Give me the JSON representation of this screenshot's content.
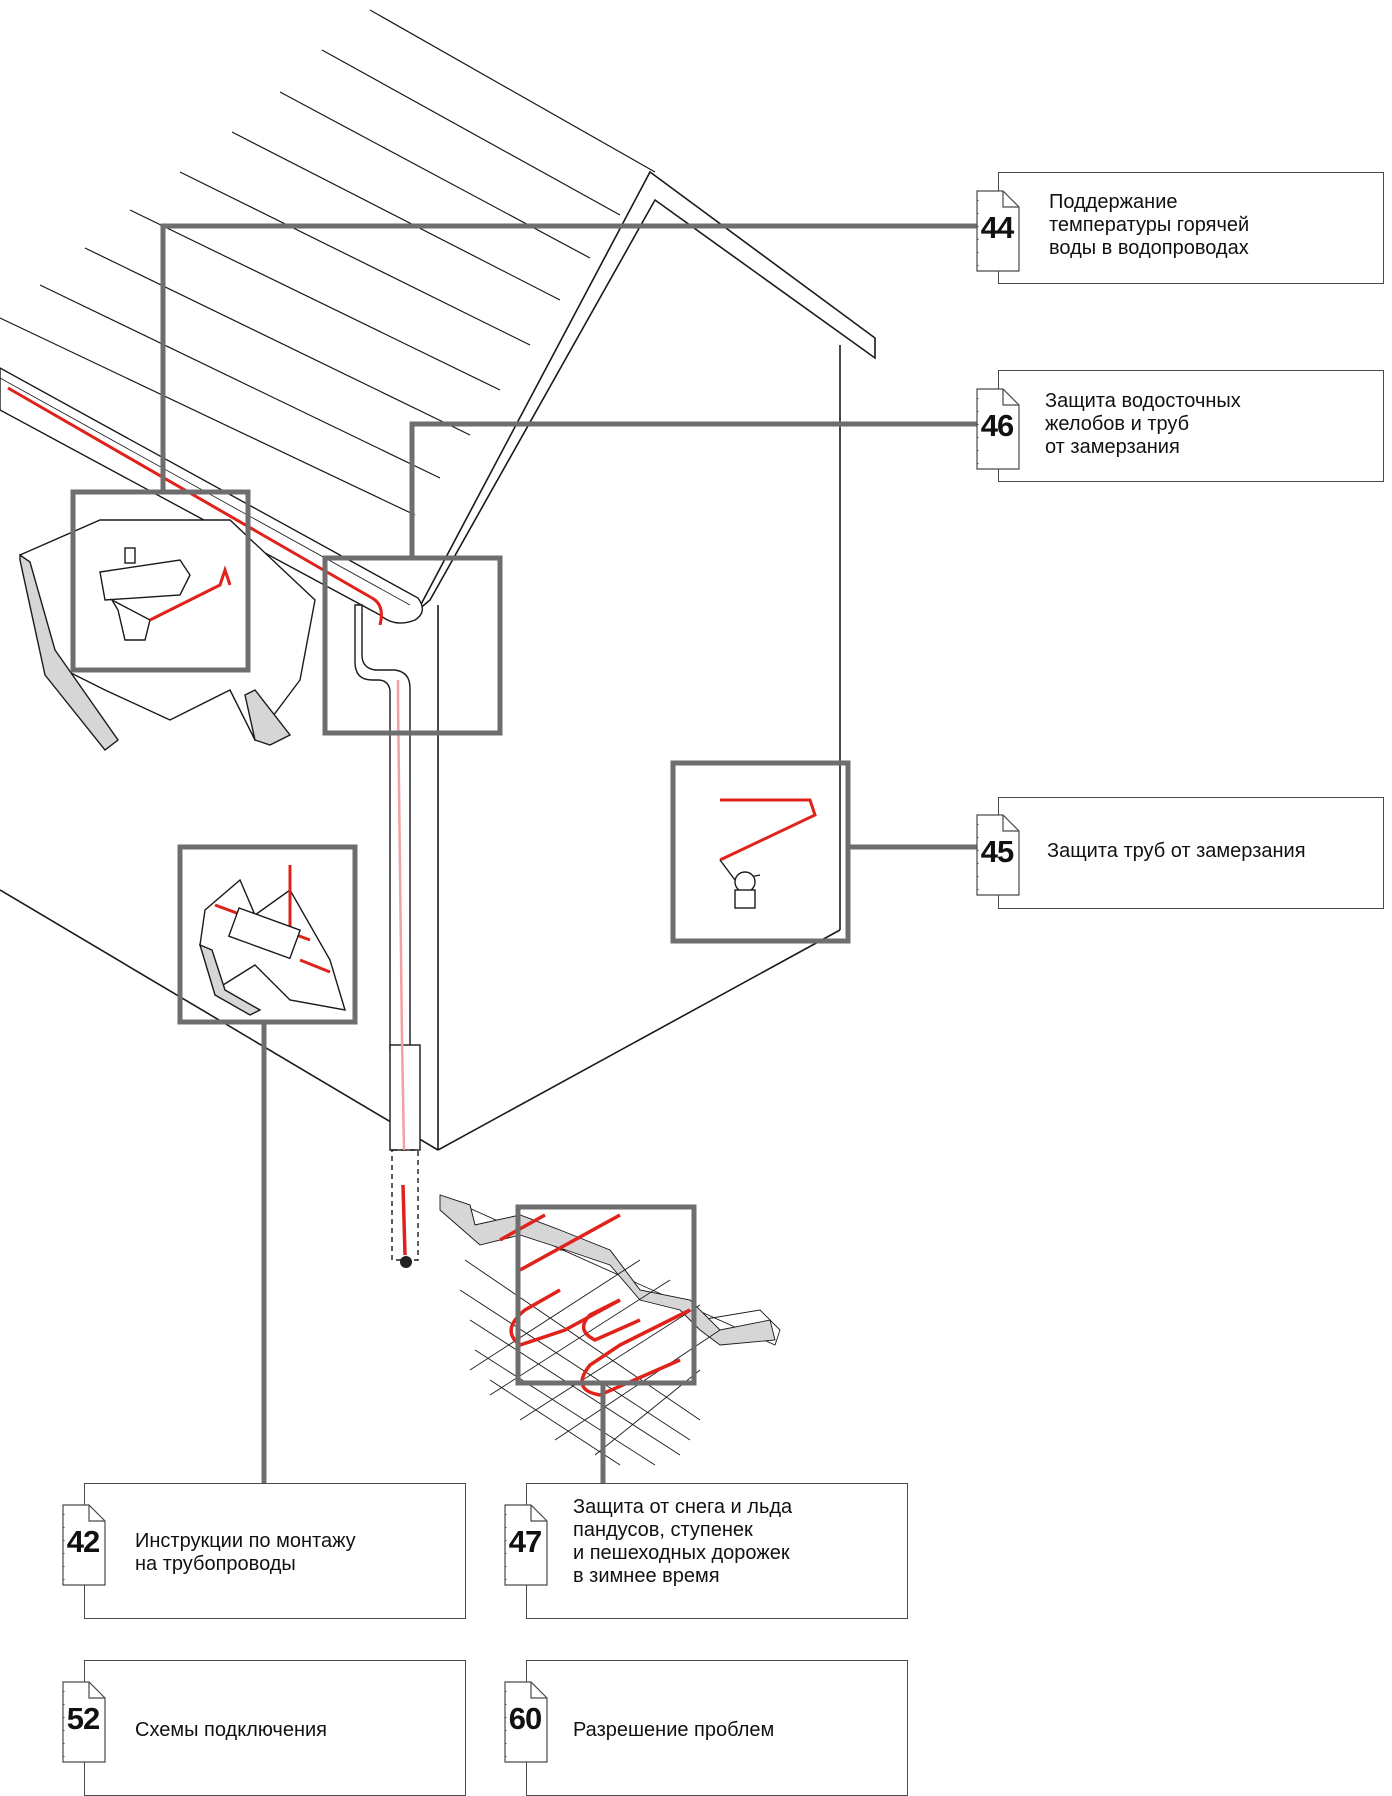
{
  "cards": [
    {
      "id": "44",
      "number": "44",
      "lines": [
        "Поддержание",
        "температуры горячей",
        "воды в водопроводах"
      ]
    },
    {
      "id": "46",
      "number": "46",
      "lines": [
        "Защита водосточных",
        "желобов и труб",
        "от замерзания"
      ]
    },
    {
      "id": "45",
      "number": "45",
      "lines": [
        "Защита труб от замерзания"
      ]
    },
    {
      "id": "42",
      "number": "42",
      "lines": [
        "Инструкции по монтажу",
        "на трубопроводы"
      ]
    },
    {
      "id": "47",
      "number": "47",
      "lines": [
        "Защита от снега и льда",
        "пандусов, ступенек",
        "и пешеходных дорожек",
        "в зимнее время"
      ]
    },
    {
      "id": "52",
      "number": "52",
      "lines": [
        "Схемы подключения"
      ]
    },
    {
      "id": "60",
      "number": "60",
      "lines": [
        "Разрешение проблем"
      ]
    }
  ],
  "colors": {
    "frame": "#6e6e6e",
    "cable": "#e0231a",
    "line": "#1a1a1a",
    "shade": "#d6d6d6"
  }
}
